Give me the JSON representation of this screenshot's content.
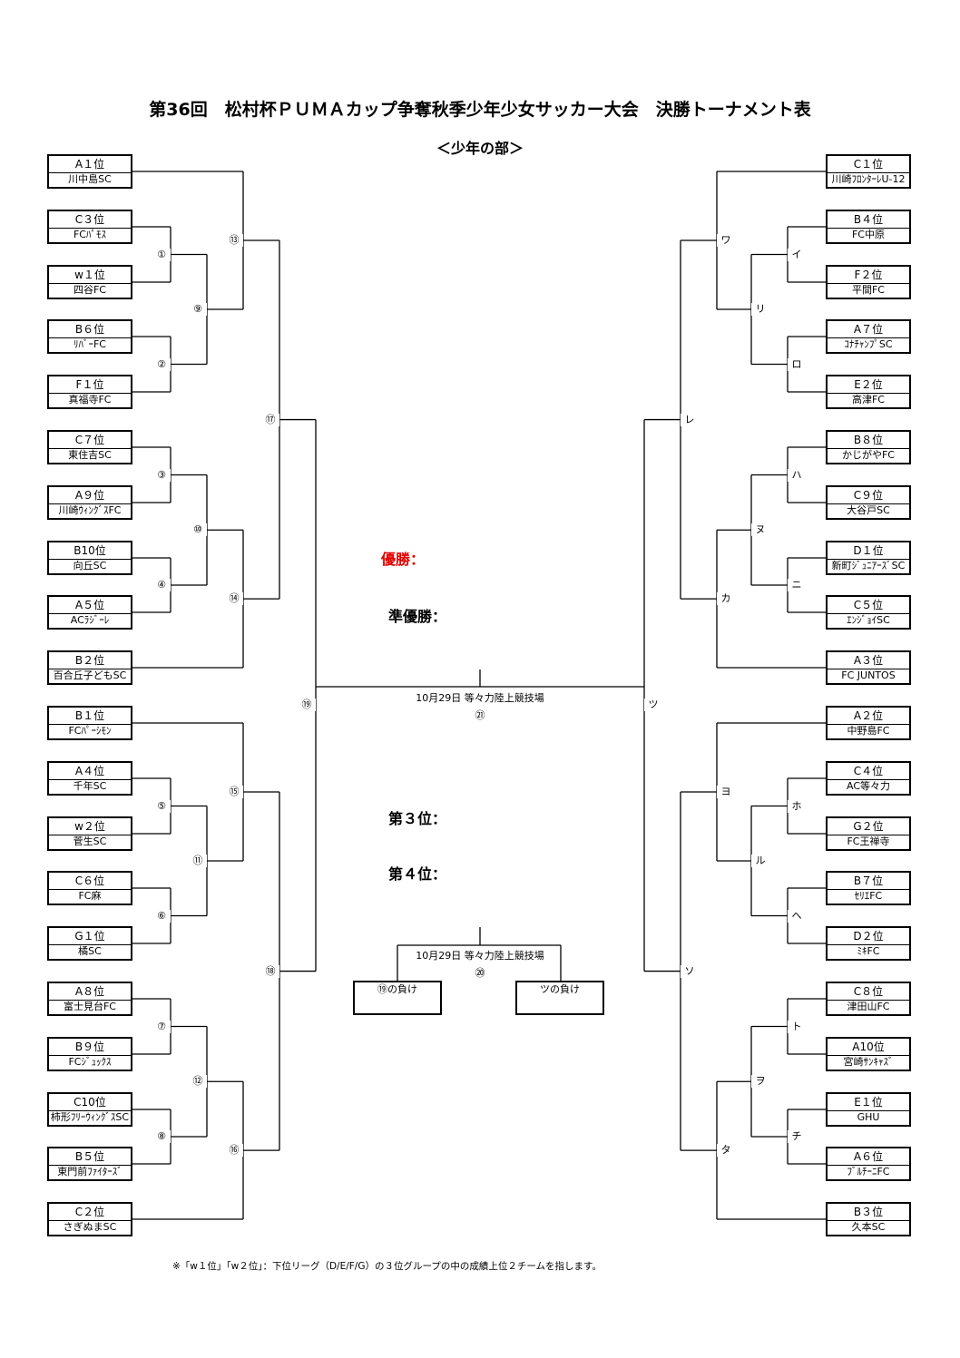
{
  "title": "第36回　松村杯ＰＵＭＡカップ争奪秋季少年少女サッカー大会　決勝トーナメント表",
  "subtitle": "＜少年の部＞",
  "left_teams": [
    {
      "rank": "A１位",
      "name": "川中島SC"
    },
    {
      "rank": "C３位",
      "name": "FCﾊﾟﾓｽ"
    },
    {
      "rank": "w１位",
      "name": "四谷FC"
    },
    {
      "rank": "B６位",
      "name": "ﾘﾊﾞｰFC"
    },
    {
      "rank": "F１位",
      "name": "真福寺FC"
    },
    {
      "rank": "C７位",
      "name": "東住吉SC"
    },
    {
      "rank": "A９位",
      "name": "川崎ｳｨﾝｸﾞｽFC"
    },
    {
      "rank": "B10位",
      "name": "向丘SC"
    },
    {
      "rank": "A５位",
      "name": "ACﾗｼﾞｰﾚ"
    },
    {
      "rank": "B２位",
      "name": "百合丘子どもSC"
    },
    {
      "rank": "B１位",
      "name": "FCﾊﾟｰｼﾓﾝ"
    },
    {
      "rank": "A４位",
      "name": "千年SC"
    },
    {
      "rank": "w２位",
      "name": "菅生SC"
    },
    {
      "rank": "C６位",
      "name": "FC麻"
    },
    {
      "rank": "G１位",
      "name": "橘SC"
    },
    {
      "rank": "A８位",
      "name": "富士見台FC"
    },
    {
      "rank": "B９位",
      "name": "FCｼﾞｭｯｸｽ"
    },
    {
      "rank": "C10位",
      "name": "柿形ﾌﾘｰｳｨﾝｸﾞｽSC"
    },
    {
      "rank": "B５位",
      "name": "東門前ﾌｧｲﾀｰｽﾞ"
    },
    {
      "rank": "C２位",
      "name": "さぎぬまSC"
    }
  ],
  "right_teams": [
    {
      "rank": "C１位",
      "name": "川崎ﾌﾛﾝﾀｰﾚU-12"
    },
    {
      "rank": "B４位",
      "name": "FC中原"
    },
    {
      "rank": "F２位",
      "name": "平間FC"
    },
    {
      "rank": "A７位",
      "name": "ｺﾅﾁｬﾝﾌﾟSC"
    },
    {
      "rank": "E２位",
      "name": "高津FC"
    },
    {
      "rank": "B８位",
      "name": "かじがやFC"
    },
    {
      "rank": "C９位",
      "name": "大谷戸SC"
    },
    {
      "rank": "D１位",
      "name": "新町ｼﾞｭﾆｱｰｽﾞSC"
    },
    {
      "rank": "C５位",
      "name": "ｴﾝｼﾞｮｲSC"
    },
    {
      "rank": "A３位",
      "name": "FC JUNTOS"
    },
    {
      "rank": "A２位",
      "name": "中野島FC"
    },
    {
      "rank": "C４位",
      "name": "AC等々力"
    },
    {
      "rank": "G２位",
      "name": "FC王禅寺"
    },
    {
      "rank": "B７位",
      "name": "ｾﾘｴFC"
    },
    {
      "rank": "D２位",
      "name": "ﾐｷFC"
    },
    {
      "rank": "C８位",
      "name": "津田山FC"
    },
    {
      "rank": "A10位",
      "name": "宮崎ｻﾝｷｬｽﾞ"
    },
    {
      "rank": "E１位",
      "name": "GHU"
    },
    {
      "rank": "A６位",
      "name": "ﾌﾞﾙﾁｰﾆFC"
    },
    {
      "rank": "B３位",
      "name": "久本SC"
    }
  ],
  "left_labels": [
    "①",
    "②",
    "③",
    "④",
    "⑤",
    "⑥",
    "⑦",
    "⑧",
    "⑨",
    "⑩",
    "⑪",
    "⑫",
    "⑬",
    "⑭",
    "⑮",
    "⑯",
    "⑰",
    "⑱",
    "⑲"
  ],
  "right_labels": [
    "イ",
    "ロ",
    "ハ",
    "ニ",
    "ホ",
    "ヘ",
    "ト",
    "チ",
    "リ",
    "ヌ",
    "ル",
    "ヲ",
    "ワ",
    "カ",
    "ヨ",
    "タ",
    "レ",
    "ソ",
    "ツ"
  ],
  "final": {
    "venue": "10月29日 等々力陸上競技場",
    "number": "㉑"
  },
  "third": {
    "venue": "10月29日 等々力陸上競技場",
    "number": "⑳",
    "left_box": "⑲の負け",
    "right_box": "ツの負け"
  },
  "results": {
    "winner": "優勝：",
    "runner_up": "準優勝：",
    "third": "第３位：",
    "fourth": "第４位："
  },
  "note": "※「w１位」「w２位」：下位リーグ（D/E/F/G）の３位グループの中の成績上位２チームを指します。"
}
